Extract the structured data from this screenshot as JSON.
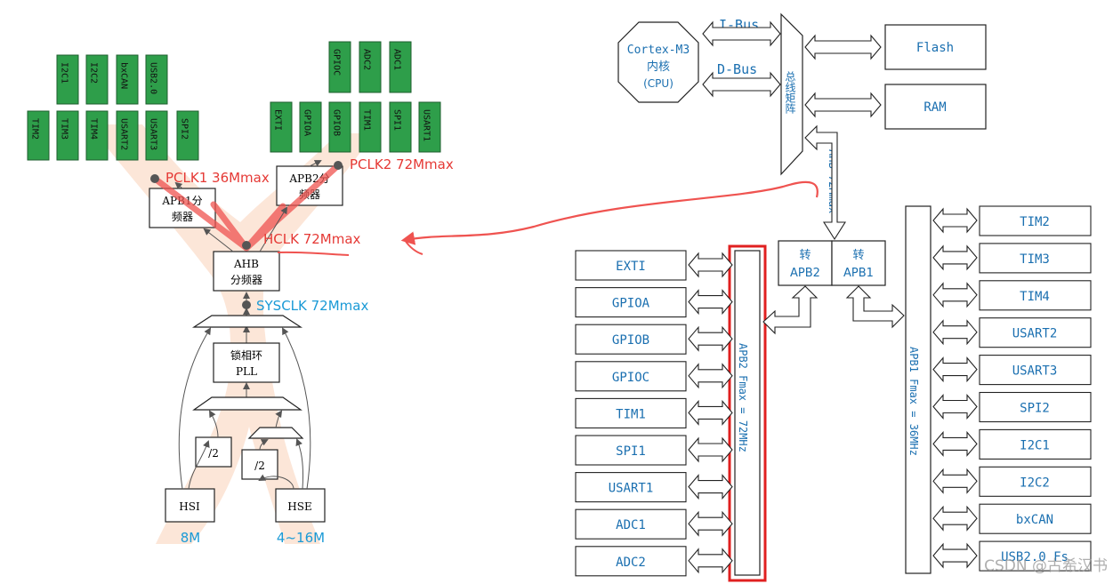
{
  "clock_tree": {
    "apb1_peripherals_row1": [
      "I2C1",
      "I2C2",
      "bxCAN",
      "USB2.0"
    ],
    "apb1_peripherals_row2": [
      "TIM2",
      "TIM3",
      "TIM4",
      "USART2",
      "USART3",
      "SPI2"
    ],
    "apb2_peripherals_row1": [
      "GPIOC",
      "ADC2",
      "ADC1"
    ],
    "apb2_peripherals_row2": [
      "EXTI",
      "GPIOA",
      "GPIOB",
      "TIM1",
      "SPI1",
      "USART1"
    ],
    "apb1_prescaler": [
      "APB1分",
      "频器"
    ],
    "apb2_prescaler": [
      "APB2分",
      "频器"
    ],
    "ahb_prescaler": [
      "AHB",
      "分频器"
    ],
    "pll": [
      "锁相环",
      "PLL"
    ],
    "div2_a": "/2",
    "div2_b": "/2",
    "hsi": "HSI",
    "hse": "HSE",
    "hsi_freq": "8M",
    "hse_freq": "4~16M",
    "pclk1": "PCLK1 36Mmax",
    "pclk2": "PCLK2 72Mmax",
    "hclk": "HCLK 72Mmax",
    "sysclk": "SYSCLK 72Mmax"
  },
  "bus_diagram": {
    "cpu": [
      "Cortex-M3",
      "内核",
      "(CPU)"
    ],
    "ibus": "I-Bus",
    "dbus": "D-Bus",
    "bus_matrix": "总线矩阵",
    "flash": "Flash",
    "ram": "RAM",
    "ahb": "AHB 72Mmax",
    "bridge_apb2": [
      "转",
      "APB2"
    ],
    "bridge_apb1": [
      "转",
      "APB1"
    ],
    "apb2_bus": "APB2 Fmax = 72MHz",
    "apb1_bus": "APB1 Fmax = 36MHz",
    "apb2_peripherals": [
      "EXTI",
      "GPIOA",
      "GPIOB",
      "GPIOC",
      "TIM1",
      "SPI1",
      "USART1",
      "ADC1",
      "ADC2"
    ],
    "apb1_peripherals": [
      "TIM2",
      "TIM3",
      "TIM4",
      "USART2",
      "USART3",
      "SPI2",
      "I2C1",
      "I2C2",
      "bxCAN",
      "USB2.0 Fs"
    ]
  },
  "watermark": "CSDN @古希汉书",
  "colors": {
    "peripheral_green": "#2e9e4a",
    "glow": "#f9d2b8",
    "clock_red": "#e53935",
    "sysclk_blue": "#1a9ad6",
    "highlight_red": "#e02020"
  }
}
